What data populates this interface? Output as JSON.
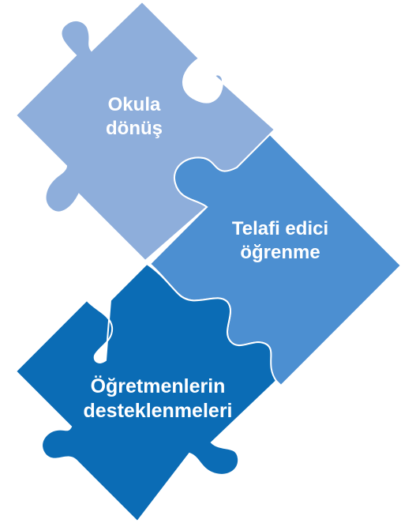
{
  "pieces": [
    {
      "line1": "Okula",
      "line2": "dönüş",
      "color": "#8eaedb"
    },
    {
      "line1": "Telafi edici",
      "line2": "öğrenme",
      "color": "#4c8fd1"
    },
    {
      "line1": "Öğretmenlerin",
      "line2": "desteklenmeleri",
      "color": "#0b6cb5"
    }
  ]
}
